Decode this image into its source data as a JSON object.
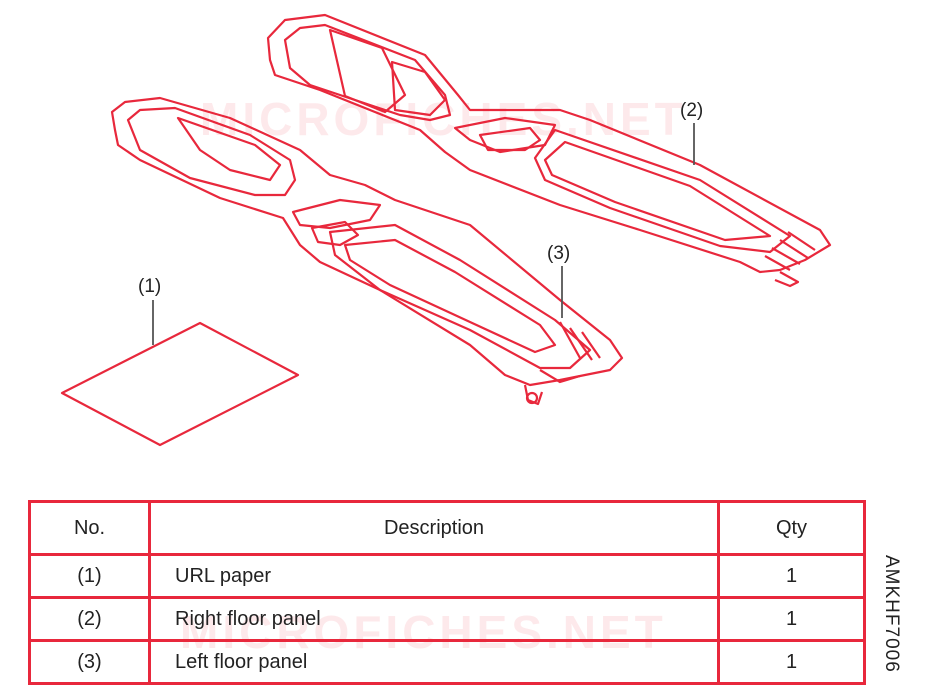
{
  "watermark": "MICROFICHES.NET",
  "callouts": {
    "c1": "(1)",
    "c2": "(2)",
    "c3": "(3)"
  },
  "table": {
    "headers": {
      "no": "No.",
      "description": "Description",
      "qty": "Qty"
    },
    "rows": [
      {
        "no": "(1)",
        "description": "URL paper",
        "qty": "1"
      },
      {
        "no": "(2)",
        "description": "Right floor panel",
        "qty": "1"
      },
      {
        "no": "(3)",
        "description": "Left floor panel",
        "qty": "1"
      }
    ]
  },
  "diagram_code": "AMKHF7006",
  "colors": {
    "line": "#e8283c",
    "text": "#222222",
    "background": "#ffffff"
  }
}
